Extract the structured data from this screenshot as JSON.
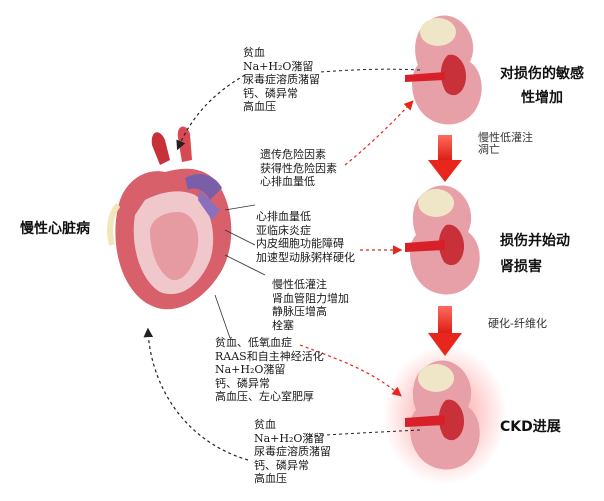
{
  "heart_label": "慢性心脏病",
  "kidney_stage_1_label": [
    "对损伤的敏感",
    "性增加"
  ],
  "kidney_stage_2_label": [
    "损伤并始动",
    "肾损害"
  ],
  "kidney_stage_3_label": "CKD进展",
  "transition_1": [
    "慢性低灌注",
    "凋亡"
  ],
  "transition_2": "硬化-纤维化",
  "block_top": [
    "贫血",
    "Na+H₂O潴留",
    "尿毒症溶质潴留",
    "钙、磷异常",
    "高血压"
  ],
  "block_risk": [
    "遗传危险因素",
    "获得性危险因素",
    "心排血量低"
  ],
  "block_heart_to_kidney": [
    "心排血量低",
    "亚临床炎症",
    "内皮细胞功能障碍",
    "加速型动脉粥样硬化"
  ],
  "block_kidney_hemo": [
    "慢性低灌注",
    "肾血管阻力增加",
    "静脉压增高",
    "栓塞"
  ],
  "block_kidney_to_heart": [
    "贫血、低氧血症",
    "RAAS和自主神经活化",
    "Na+H₂O潴留",
    "钙、磷异常",
    "高血压、左心室肥厚"
  ],
  "block_bottom": [
    "贫血",
    "Na+H₂O潴留",
    "尿毒症溶质潴留",
    "钙、磷异常",
    "高血压"
  ],
  "colors": {
    "arrow_red": "#e8261c",
    "organ_red": "#c8303a",
    "kidney_pink": "#e8a0a8",
    "fat": "#efe6c8"
  }
}
